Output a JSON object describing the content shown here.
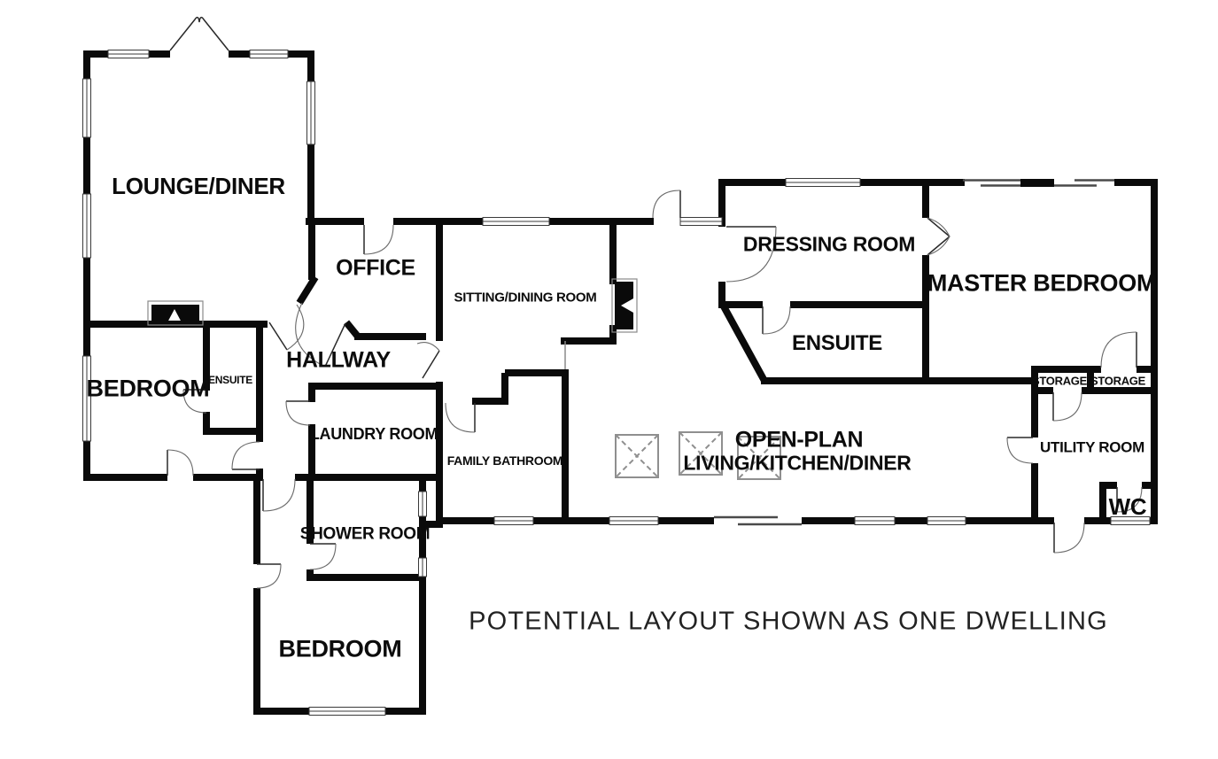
{
  "floorplan": {
    "caption": "POTENTIAL LAYOUT SHOWN AS ONE DWELLING",
    "colors": {
      "walls": "#0a0a0a",
      "background": "#ffffff",
      "glazing_outline": "#3a3a3a",
      "rooflight_gray": "#8f8f8f"
    },
    "symbols": {
      "rooflight": "dashed-x-square-rooflight",
      "fireplace": "black-hearth-notch",
      "door": "quarter-arc-door-swing",
      "window": "double-line-glazing",
      "sliding_door": "offset-thin-lines"
    },
    "rooms": [
      {
        "label": "LOUNGE/DINER"
      },
      {
        "label": "OFFICE"
      },
      {
        "label": "SITTING/DINING ROOM"
      },
      {
        "label": "HALLWAY"
      },
      {
        "label": "DRESSING ROOM"
      },
      {
        "label": "MASTER BEDROOM"
      },
      {
        "label": "ENSUITE"
      },
      {
        "label": "BEDROOM"
      },
      {
        "label": "ENSUITE"
      },
      {
        "label": "LAUNDRY ROOM"
      },
      {
        "label": "FAMILY BATHROOM"
      },
      {
        "label": "OPEN-PLAN"
      },
      {
        "label": "LIVING/KITCHEN/DINER"
      },
      {
        "label": "STORAGE"
      },
      {
        "label": "STORAGE"
      },
      {
        "label": "UTILITY ROOM"
      },
      {
        "label": "WC"
      },
      {
        "label": "SHOWER ROOM"
      },
      {
        "label": "BEDROOM"
      }
    ]
  }
}
